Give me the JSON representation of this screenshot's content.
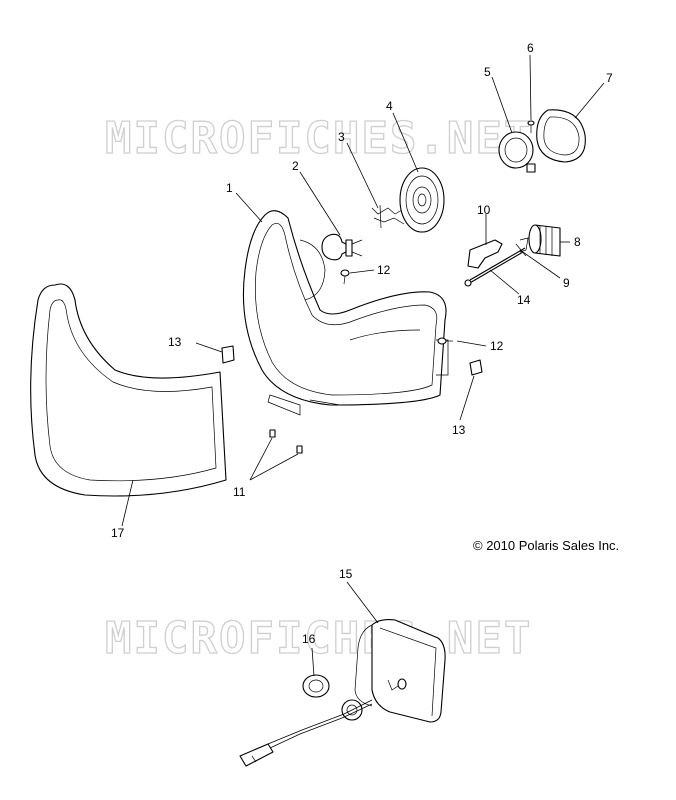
{
  "watermark": "MICROFICHES.NET",
  "copyright": "© 2010 Polaris Sales Inc.",
  "callouts": [
    "1",
    "2",
    "3",
    "4",
    "5",
    "6",
    "7",
    "8",
    "9",
    "10",
    "11",
    "12",
    "12",
    "13",
    "13",
    "14",
    "15",
    "16",
    "17"
  ]
}
